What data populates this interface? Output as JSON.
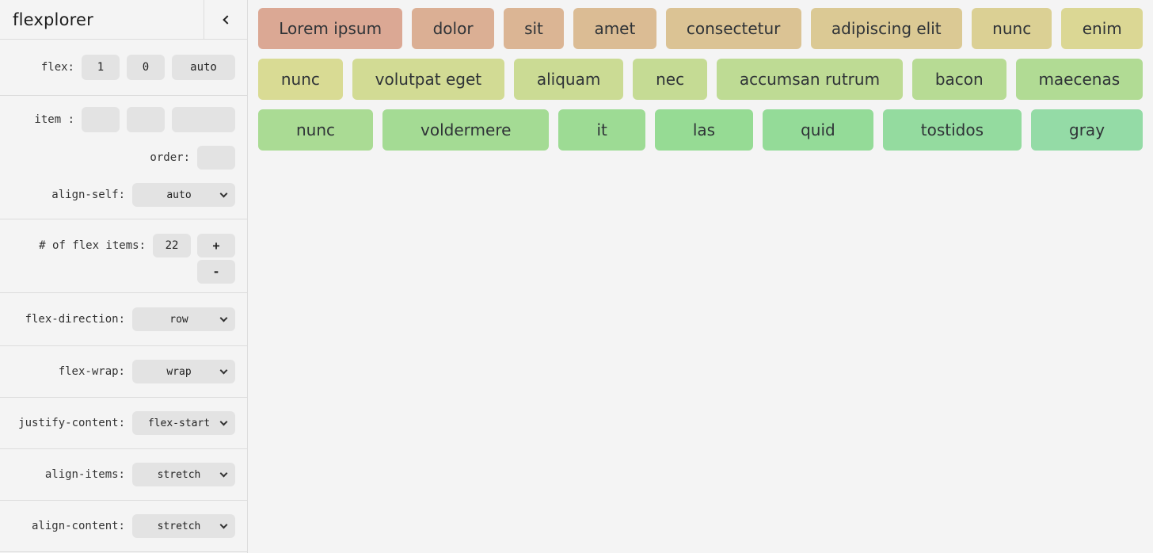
{
  "app": {
    "title": "flexplorer"
  },
  "icons": {
    "collapse": "chevron-left-icon",
    "dropdown": "chevron-down-icon"
  },
  "colors": {
    "background": "#f4f4f4",
    "control_bg": "#e3e3e3",
    "divider": "#dcdcdc",
    "item_text": "#2f3337"
  },
  "sidebar": {
    "flex": {
      "label": "flex:",
      "values": [
        "1",
        "0",
        "auto"
      ]
    },
    "item": {
      "label": "item :",
      "values": [
        "",
        "",
        ""
      ]
    },
    "order": {
      "label": "order:",
      "value": ""
    },
    "align_self": {
      "label": "align-self:",
      "value": "auto"
    },
    "count": {
      "label": "# of flex items:",
      "value": "22",
      "increment": "+",
      "decrement": "-"
    },
    "flex_direction": {
      "label": "flex-direction:",
      "value": "row"
    },
    "flex_wrap": {
      "label": "flex-wrap:",
      "value": "wrap"
    },
    "justify_content": {
      "label": "justify-content:",
      "value": "flex-start"
    },
    "align_items": {
      "label": "align-items:",
      "value": "stretch"
    },
    "align_content": {
      "label": "align-content:",
      "value": "stretch"
    }
  },
  "main": {
    "rows": [
      {
        "items": [
          {
            "label": "Lorem ipsum",
            "color": "#dba894"
          },
          {
            "label": "dolor",
            "color": "#dbaf94"
          },
          {
            "label": "sit",
            "color": "#dbb594"
          },
          {
            "label": "amet",
            "color": "#dbbc94"
          },
          {
            "label": "consectetur",
            "color": "#dbc394"
          },
          {
            "label": "adipiscing elit",
            "color": "#dbc994"
          },
          {
            "label": "nunc",
            "color": "#dbd094"
          },
          {
            "label": "enim",
            "color": "#dbd794"
          }
        ]
      },
      {
        "items": [
          {
            "label": "nunc",
            "color": "#d9db94"
          },
          {
            "label": "volutpat eget",
            "color": "#d2db94"
          },
          {
            "label": "aliquam",
            "color": "#cbdb94"
          },
          {
            "label": "nec",
            "color": "#c5db94"
          },
          {
            "label": "accumsan rutrum",
            "color": "#bedb94"
          },
          {
            "label": "bacon",
            "color": "#b7db94"
          },
          {
            "label": "maecenas",
            "color": "#b1db94"
          }
        ]
      },
      {
        "items": [
          {
            "label": "nunc",
            "color": "#aadb94"
          },
          {
            "label": "voldermere",
            "color": "#a4db94"
          },
          {
            "label": "it",
            "color": "#9ddb94"
          },
          {
            "label": "las",
            "color": "#96db94"
          },
          {
            "label": "quid",
            "color": "#94db98"
          },
          {
            "label": "tostidos",
            "color": "#94db9f"
          },
          {
            "label": "gray",
            "color": "#94dba6"
          }
        ]
      }
    ]
  }
}
